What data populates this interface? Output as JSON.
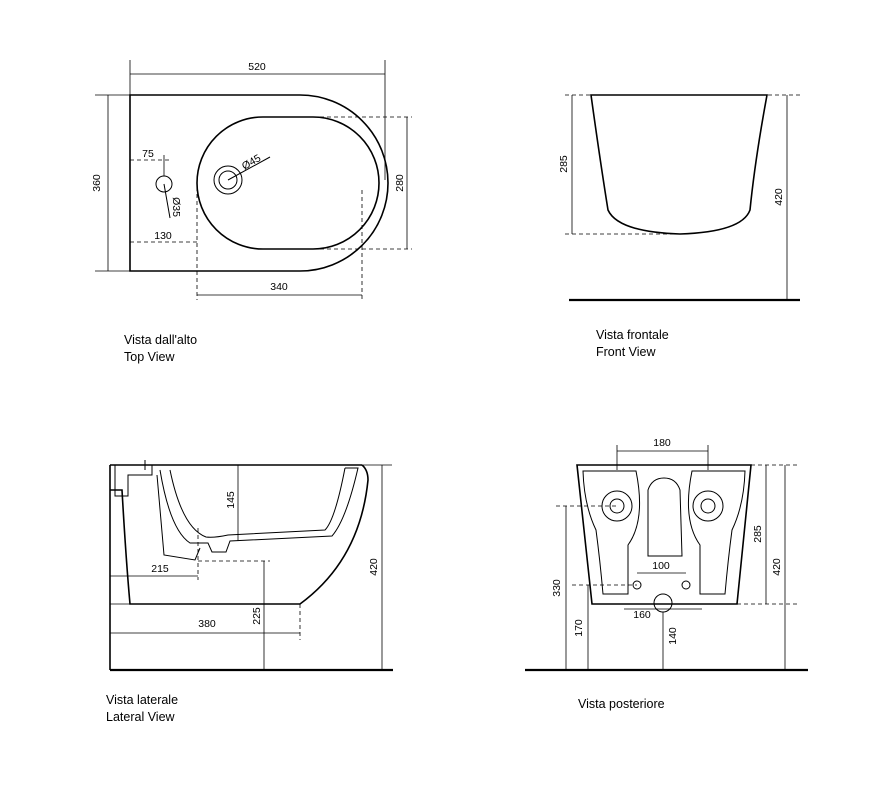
{
  "views": {
    "top": {
      "caption_it": "Vista dall'alto",
      "caption_en": "Top View",
      "dims": {
        "width": "520",
        "depth": "360",
        "bowl_width": "280",
        "bowl_length": "340",
        "tap_offset_x": "75",
        "tap_offset_y": "130",
        "tap_hole": "Ø35",
        "drain": "Ø45"
      }
    },
    "front": {
      "caption_it": "Vista frontale",
      "caption_en": "Front View",
      "dims": {
        "bowl_height": "285",
        "total_height": "420"
      }
    },
    "lateral": {
      "caption_it": "Vista laterale",
      "caption_en": "Lateral View",
      "dims": {
        "inner_depth": "145",
        "drain_offset": "215",
        "projection": "380",
        "drain_height": "225",
        "total_height": "420"
      }
    },
    "rear": {
      "caption_it": "Vista posteriore",
      "dims": {
        "fixing_spacing": "180",
        "bolt_spacing": "100",
        "supply_spacing": "160",
        "height_330": "330",
        "height_170": "170",
        "drain_height": "140",
        "height_285": "285",
        "total_height": "420"
      }
    }
  }
}
